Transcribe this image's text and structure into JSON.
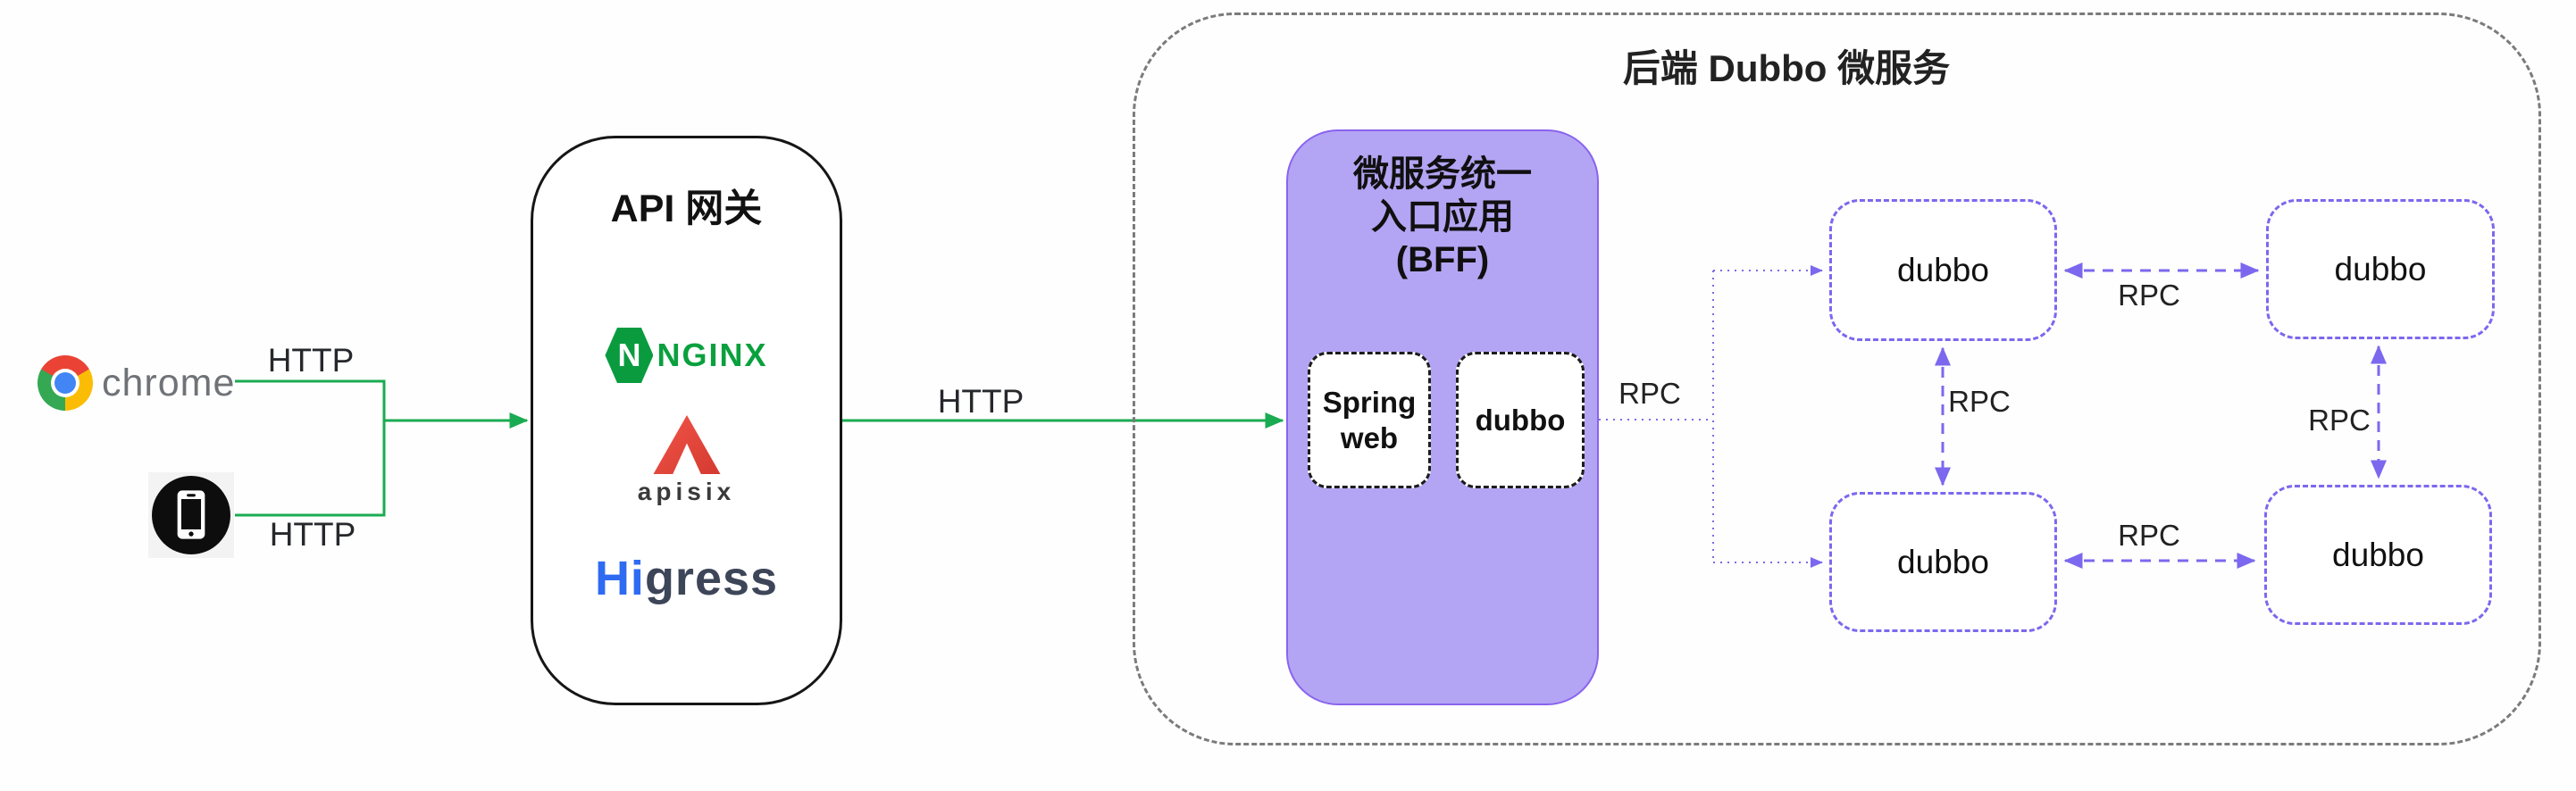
{
  "clients": {
    "browser": {
      "label": "chrome"
    },
    "phone": {
      "icon": "smartphone-icon"
    }
  },
  "labels": {
    "http": "HTTP",
    "rpc": "RPC"
  },
  "api_gateway": {
    "title": "API 网关",
    "nginx": {
      "name": "NGINX",
      "letter": "N"
    },
    "apisix": {
      "name": "APISIX"
    },
    "higress": {
      "name": "Higress",
      "prefix": "Hi",
      "suffix": "gress"
    }
  },
  "backend": {
    "title": "后端 Dubbo 微服务",
    "bff": {
      "title_line1": "微服务统一",
      "title_line2": "入口应用",
      "title_line3": "(BFF)",
      "components": {
        "spring_line1": "Spring",
        "spring_line2": "web",
        "dubbo": "dubbo"
      }
    },
    "services": [
      "dubbo",
      "dubbo",
      "dubbo",
      "dubbo"
    ]
  },
  "colors": {
    "http_green": "#1aab52",
    "rpc_purple": "#7b68ee",
    "bff_fill": "#b3a5f3",
    "bff_border": "#8a63ee",
    "container_dash_gray": "#7b7b7b",
    "nginx_green": "#0a9b3f",
    "apisix_red": "#e8432e",
    "higress_blue": "#2e6bf2",
    "higress_dark": "#3d4558"
  }
}
